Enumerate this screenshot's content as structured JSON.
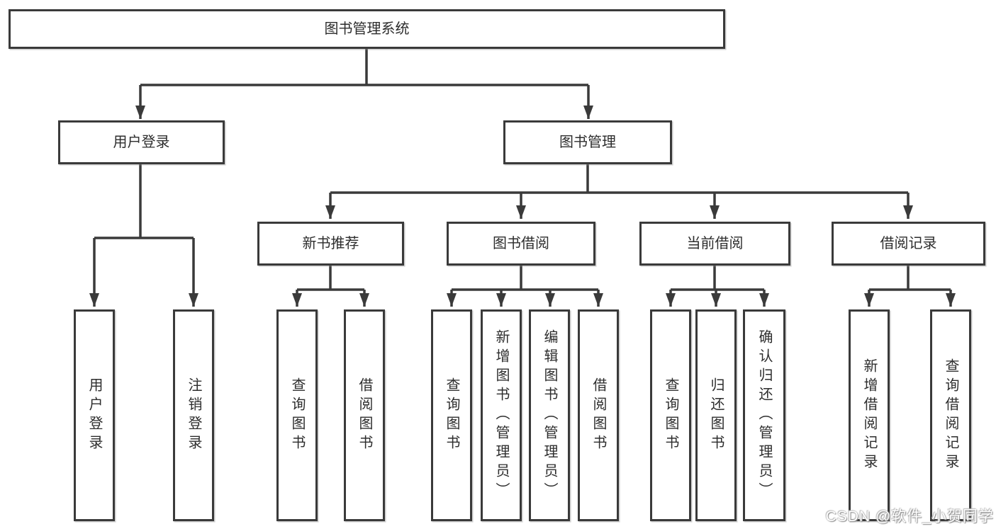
{
  "diagram": {
    "type": "hierarchy-structure-chart",
    "tree": {
      "root": {
        "label": "图书管理系统",
        "children": [
          {
            "label": "用户登录",
            "children": [
              {
                "label": "用户登录"
              },
              {
                "label": "注销登录"
              }
            ]
          },
          {
            "label": "图书管理",
            "children": [
              {
                "label": "新书推荐",
                "children": [
                  {
                    "label": "查询图书"
                  },
                  {
                    "label": "借阅图书"
                  }
                ]
              },
              {
                "label": "图书借阅",
                "children": [
                  {
                    "label": "查询图书"
                  },
                  {
                    "label": "新增图书（管理员）"
                  },
                  {
                    "label": "编辑图书（管理员）"
                  },
                  {
                    "label": "借阅图书"
                  }
                ]
              },
              {
                "label": "当前借阅",
                "children": [
                  {
                    "label": "查询图书"
                  },
                  {
                    "label": "归还图书"
                  },
                  {
                    "label": "确认归还（管理员）"
                  }
                ]
              },
              {
                "label": "借阅记录",
                "children": [
                  {
                    "label": "新增借阅记录"
                  },
                  {
                    "label": "查询借阅记录"
                  }
                ]
              }
            ]
          }
        ]
      }
    },
    "colors": {
      "line": "#3a3a3a",
      "box_border": "#3a3a3a",
      "text": "#2d2d2d",
      "background": "#ffffff",
      "watermark": "#ffffff"
    }
  },
  "watermark": {
    "text": "CSDN @软件_小贺同学"
  }
}
